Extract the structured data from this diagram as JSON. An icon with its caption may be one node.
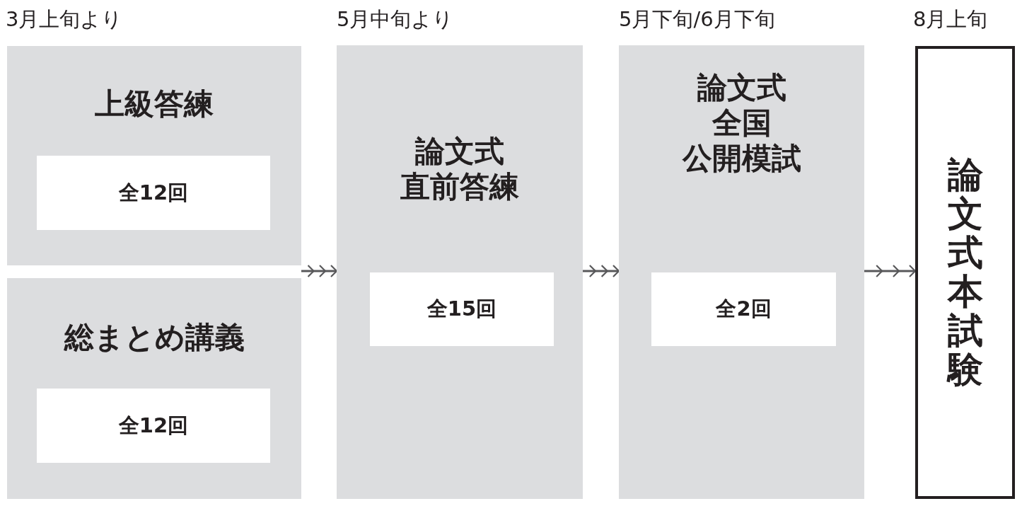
{
  "diagram": {
    "nodes": [
      {
        "text": [
          "上級答練"
        ]
      },
      {
        "text": [
          "全12回"
        ],
        "in": 0
      },
      {
        "text": [
          "総まとめ講義"
        ]
      },
      {
        "text": [
          "全12回"
        ],
        "in": 2
      },
      {
        "text": [
          "論文式",
          "直前答練"
        ]
      },
      {
        "text": [
          "全15回"
        ],
        "in": 4
      },
      {
        "text": [
          "論文式",
          "全国",
          "公開模試"
        ]
      },
      {
        "text": [
          "全2回"
        ],
        "in": 6
      },
      {
        "text": [
          "論文式本試験"
        ]
      }
    ],
    "edges": [
      {
        "from": 0,
        "to": 4,
        "arrow": "to"
      },
      {
        "from": 2,
        "to": 4,
        "arrow": "to"
      },
      {
        "from": 4,
        "to": 6,
        "arrow": "to"
      },
      {
        "from": 6,
        "to": 8,
        "arrow": "to"
      }
    ],
    "labels": [
      "3月上旬より",
      "5月中旬より",
      "5月下旬/6月下旬",
      "8月上旬"
    ]
  }
}
